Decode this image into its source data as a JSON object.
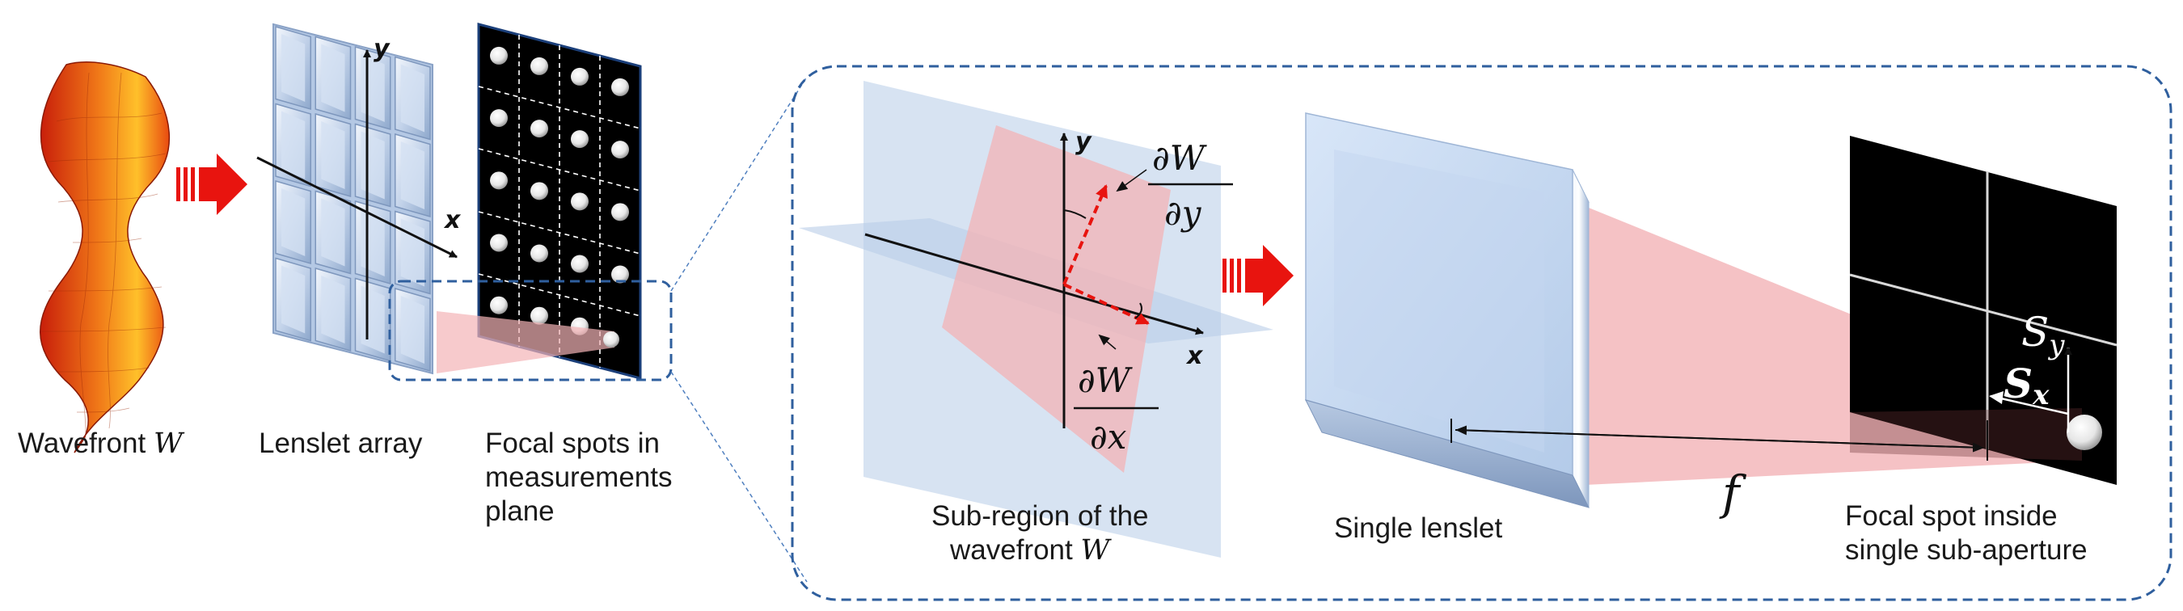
{
  "overview": {
    "wavefront_caption": "Wavefront ",
    "wavefront_symbol": "W",
    "lenslet_caption": "Lenslet array",
    "focal_caption": [
      "Focal spots in",
      "measurements",
      "plane"
    ],
    "axis_x": "x",
    "axis_y": "y"
  },
  "detail": {
    "subregion_caption": [
      "Sub-region of the",
      "wavefront "
    ],
    "subregion_symbol": "W",
    "axis_x": "x",
    "axis_y": "y",
    "deriv_y_num": "∂W",
    "deriv_y_den": "∂y",
    "deriv_x_num": "∂W",
    "deriv_x_den": "∂x",
    "lenslet_caption": "Single lenslet",
    "focal_length": "f",
    "sy_symbol": "S",
    "sy_sub": "y",
    "sx_symbol": "S",
    "sx_sub": "x",
    "focal_caption": [
      "Focal spot inside",
      "single sub-aperture"
    ]
  },
  "colors": {
    "arrow_red": "#e8140f",
    "beam_pink": "#f3b3b6",
    "plane_blue": "#c9d9ee",
    "frame_blue": "#2f5f9e",
    "sensor_black": "#000000"
  }
}
